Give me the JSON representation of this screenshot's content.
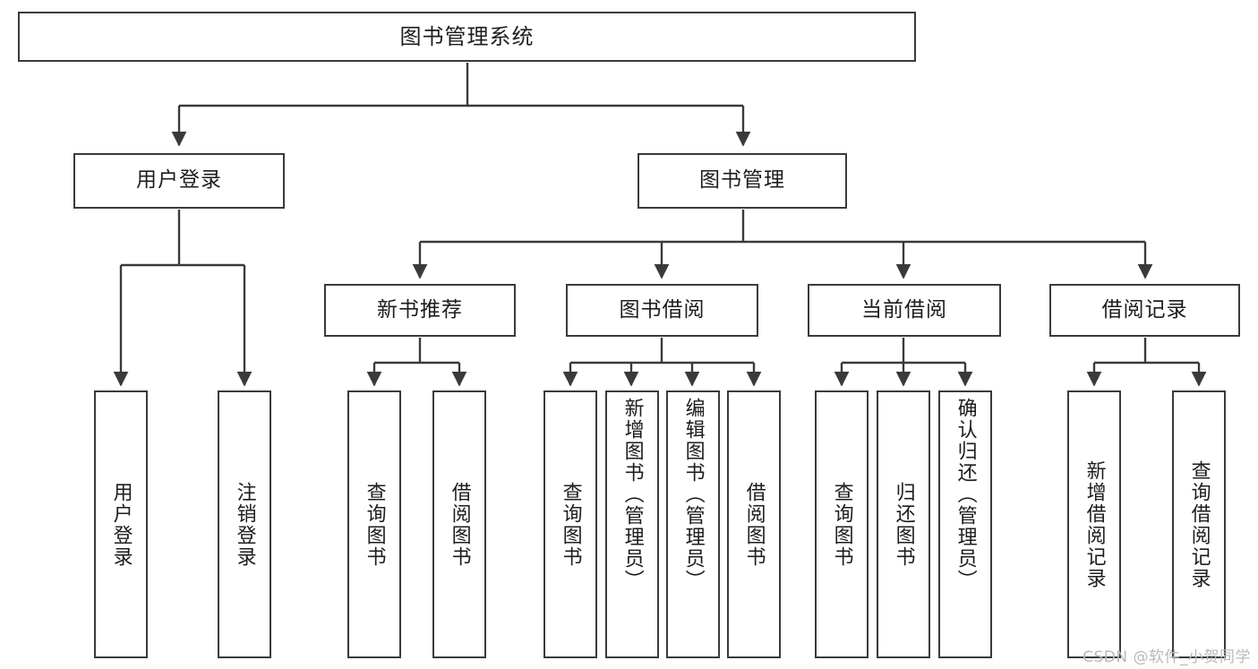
{
  "diagram": {
    "title": "图书管理系统",
    "type": "tree-hierarchy-chart",
    "root": {
      "label": "图书管理系统"
    },
    "level2": [
      {
        "label": "用户登录"
      },
      {
        "label": "图书管理"
      }
    ],
    "level3": [
      {
        "label": "新书推荐"
      },
      {
        "label": "图书借阅"
      },
      {
        "label": "当前借阅"
      },
      {
        "label": "借阅记录"
      }
    ],
    "leaves": {
      "user_login": [
        {
          "label": "用户登录"
        },
        {
          "label": "注销登录"
        }
      ],
      "new_book_recommend": [
        {
          "label": "查询图书"
        },
        {
          "label": "借阅图书"
        }
      ],
      "book_borrow": [
        {
          "label": "查询图书"
        },
        {
          "label": "新增图书（管理员）"
        },
        {
          "label": "编辑图书（管理员）"
        },
        {
          "label": "借阅图书"
        }
      ],
      "current_borrow": [
        {
          "label": "查询图书"
        },
        {
          "label": "归还图书"
        },
        {
          "label": "确认归还（管理员）"
        }
      ],
      "borrow_record": [
        {
          "label": "新增借阅记录"
        },
        {
          "label": "查询借阅记录"
        }
      ]
    }
  },
  "watermark": {
    "text": "CSDN @软件_小贺同学"
  },
  "colors": {
    "border": "#3a3a3a",
    "background": "#ffffff",
    "text": "#1d1d1d",
    "watermark": "#b9b9b9"
  }
}
